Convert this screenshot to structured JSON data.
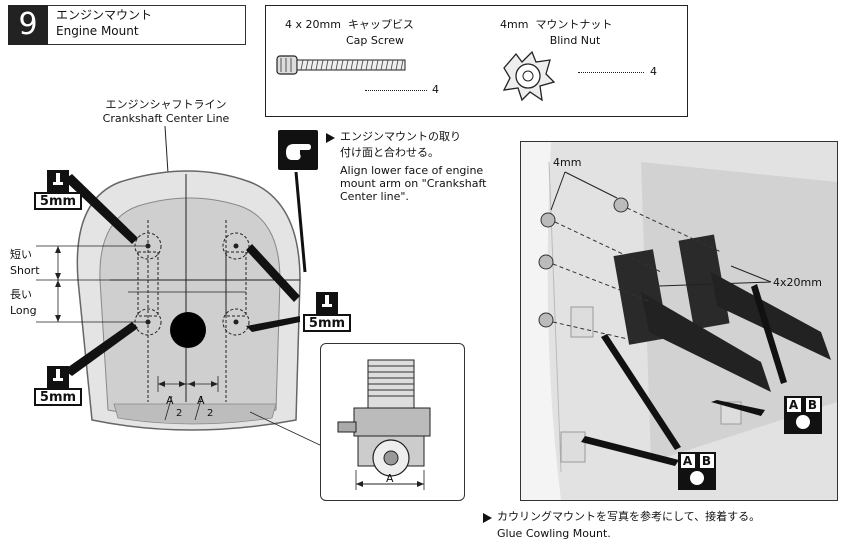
{
  "step": {
    "number": "9",
    "title_jp": "エンジンマウント",
    "title_en": "Engine Mount"
  },
  "parts": {
    "screw": {
      "size": "4 x 20mm",
      "name_jp": "キャップビス",
      "name_en": "Cap Screw",
      "qty": "4"
    },
    "nut": {
      "size": "4mm",
      "name_jp": "マウントナット",
      "name_en": "Blind Nut",
      "qty": "4"
    }
  },
  "firewall": {
    "crankshaft_jp": "エンジンシャフトライン",
    "crankshaft_en": "Crankshaft Center Line",
    "short_jp": "短い",
    "short_en": "Short",
    "long_jp": "長い",
    "long_en": "Long",
    "hole_size": "5mm",
    "half_label_a": "A",
    "half_label_2": "2",
    "engine_width_label": "A"
  },
  "instruction_align": {
    "jp_line1": "エンジンマウントの取り",
    "jp_line2": "付け面と合わせる。",
    "en": "Align lower face of engine mount arm on \"Crankshaft Center line\"."
  },
  "photo": {
    "nut_label": "4mm",
    "screw_label": "4x20mm",
    "badge_a": "A",
    "badge_b": "B"
  },
  "instruction_glue": {
    "jp": "カウリングマウントを写真を参考にして、接着する。",
    "en": "Glue Cowling Mount."
  }
}
